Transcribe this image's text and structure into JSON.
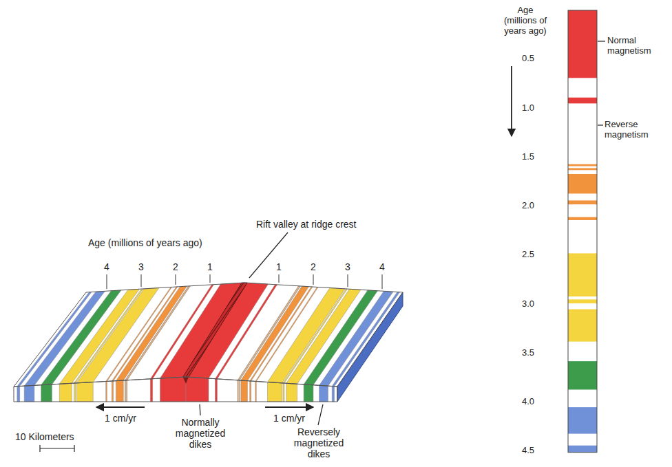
{
  "diagram": {
    "labels": [
      "Age (millions of years ago)",
      "4",
      "3",
      "2",
      "1",
      "1",
      "2",
      "3",
      "4",
      "Rift valley at ridge crest",
      "1 cm/yr",
      "1 cm/yr",
      "Normally magnetized dikes",
      "Reversely magnetized dikes",
      "10 Kilometers",
      "Age (millions of years ago)",
      "0.5",
      "1.0",
      "1.5",
      "2.0",
      "2.5",
      "3.0",
      "3.5",
      "4.0",
      "4.5",
      "Normal magnetism",
      "Reverse magnetism"
    ]
  }
}
